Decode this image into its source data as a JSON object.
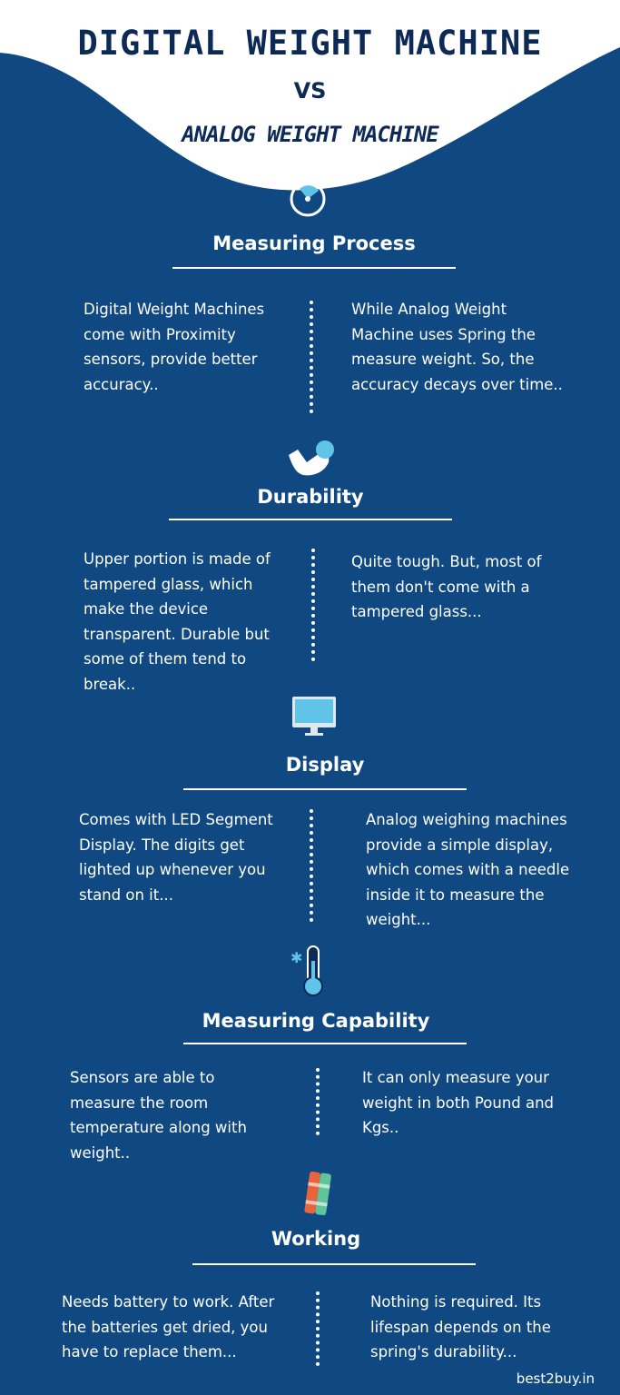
{
  "header": {
    "title": "DIGITAL WEIGHT MACHINE",
    "vs": "VS",
    "subtitle": "ANALOG WEIGHT MACHINE"
  },
  "sections": [
    {
      "icon": "gauge-icon",
      "title": "Measuring Process",
      "digital": "Digital Weight Machines come with Proximity sensors, provide better accuracy..",
      "analog": "While Analog Weight Machine uses Spring the measure weight. So, the accuracy decays over time.."
    },
    {
      "icon": "flexed-arm-icon",
      "title": "Durability",
      "digital": "Upper portion is made of tampered glass, which make the device transparent. Durable but some of them tend to break..",
      "analog": "Quite tough. But, most of them don't come with a tampered glass..."
    },
    {
      "icon": "monitor-icon",
      "title": "Display",
      "digital": "Comes with LED Segment Display. The digits get lighted up whenever you stand on it...",
      "analog": "Analog weighing machines provide a simple display, which comes with a needle inside it to measure the weight..."
    },
    {
      "icon": "thermometer-icon",
      "title": "Measuring Capability",
      "digital": "Sensors are able to measure the room temperature along with weight..",
      "analog": "It can only measure your weight in both Pound and Kgs.."
    },
    {
      "icon": "battery-icon",
      "title": "Working",
      "digital": "Needs battery to work. After the batteries get dried, you have to replace them...",
      "analog": "Nothing is required. Its lifespan depends on the spring's durability..."
    }
  ],
  "footer": {
    "brand": "best2buy.in"
  },
  "colors": {
    "background": "#104882",
    "header_bg": "#ffffff",
    "title_text": "#0d2a57",
    "icon_accent": "#5fc4e8"
  }
}
